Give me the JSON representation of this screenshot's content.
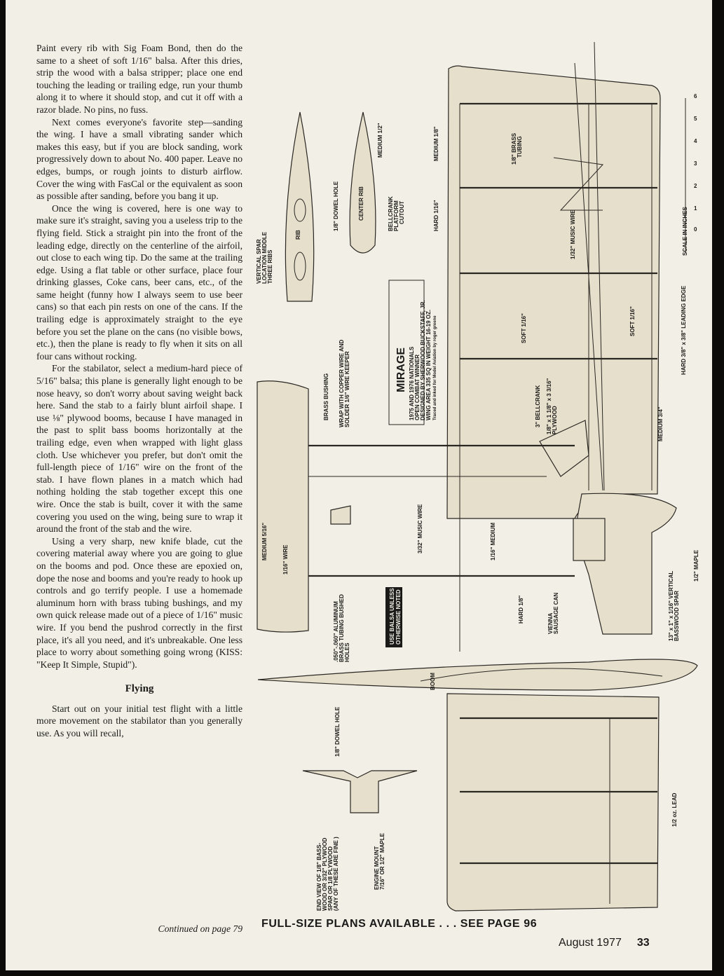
{
  "article": {
    "p1": "Paint every rib with Sig Foam Bond, then do the same to a sheet of soft 1/16\" balsa. After this dries, strip the wood with a balsa stripper; place one end touching the leading or trailing edge, run your thumb along it to where it should stop, and cut it off with a razor blade. No pins, no fuss.",
    "p2": "Next comes everyone's favorite step—sanding the wing. I have a small vibrating sander which makes this easy, but if you are block sanding, work progressively down to about No. 400 paper. Leave no edges, bumps, or rough joints to disturb airflow. Cover the wing with FasCal or the equivalent as soon as possible after sanding, before you bang it up.",
    "p3": "Once the wing is covered, here is one way to make sure it's straight, saving you a useless trip to the flying field. Stick a straight pin into the front of the leading edge, directly on the centerline of the airfoil, out close to each wing tip. Do the same at the trailing edge. Using a flat table or other surface, place four drinking glasses, Coke cans, beer cans, etc., of the same height (funny how I always seem to use beer cans) so that each pin rests on one of the cans. If the trailing edge is approximately straight to the eye before you set the plane on the cans (no visible bows, etc.), then the plane is ready to fly when it sits on all four cans without rocking.",
    "p4": "For the stabilator, select a medium-hard piece of 5/16\" balsa; this plane is generally light enough to be nose heavy, so don't worry about saving weight back here. Sand the stab to a fairly blunt airfoil shape. I use ⅛\" plywood booms, because I have managed in the past to split bass booms horizontally at the trailing edge, even when wrapped with light glass cloth. Use whichever you prefer, but don't omit the full-length piece of 1/16\" wire on the front of the stab. I have flown planes in a match which had nothing holding the stab together except this one wire. Once the stab is built, cover it with the same covering you used on the wing, being sure to wrap it around the front of the stab and the wire.",
    "p5": "Using a very sharp, new knife blade, cut the covering material away where you are going to glue on the booms and pod. Once these are epoxied on, dope the nose and booms and you're ready to hook up controls and go terrify people. I use a homemade aluminum horn with brass tubing bushings, and my own quick release made out of a piece of 1/16\" music wire. If you bend the pushrod correctly in the first place, it's all you need, and it's unbreakable. One less place to worry about something going wrong (KISS: \"Keep It Simple, Stupid\").",
    "heading": "Flying",
    "p6": "Start out on your initial test flight with a little more movement on the stabilator than you generally use. As you will recall,",
    "continued": "Continued on page 79"
  },
  "plans_banner": "FULL-SIZE PLANS AVAILABLE . . . SEE PAGE 96",
  "footer": {
    "issue": "August 1977",
    "page": "33"
  },
  "plan": {
    "title": "MIRAGE",
    "title_lines": [
      "1975 AND 1976 NATIONALS",
      "OPEN COMBAT WINNER",
      "DESIGNED BY SHERWOOD BUCKSTAFF, JR.",
      "WING AREA 335 SQ IN   WEIGHT 16-19 OZ.",
      "Traced and inked for Model Aviation by roger greene"
    ],
    "labels": {
      "rib": "RIB",
      "vertical_spar": "VERTICAL SPAR",
      "location_middle": "LOCATION MIDDLE",
      "three_ribs": "THREE RIBS",
      "dowel_hole": "1/8\" DOWEL HOLE",
      "center_rib": "CENTER RIB",
      "medium_half": "MEDIUM 1/2\"",
      "bellcrank": "BELLCRANK",
      "platform": "PLATFORM",
      "cutout": "CUTOUT",
      "medium_eighth": "MEDIUM 1/8\"",
      "hard_sixteenth": "HARD 1/16\"",
      "brass_tubing_1": "1/8\" BRASS",
      "brass_tubing_2": "TUBING",
      "music_wire_32": "1/32\" MUSIC WIRE",
      "soft_sixteenth": "SOFT 1/16\"",
      "soft_sixteenth_b": "SOFT 1/16\"",
      "leading_edge": "HARD 3/8\" x 3/8\" LEADING EDGE",
      "scale": "SCALE IN INCHES",
      "bellcrank_3": "3\" BELLCRANK",
      "plywood_1": "1/8\" x 1 1/8\" x 3 3/16\"",
      "plywood_2": "PLYWOOD",
      "medium_three_quarter": "MEDIUM 3/4\"",
      "brass_bushing": "BRASS BUSHING",
      "wrap_wire_1": "WRAP WITH COPPER WIRE AND",
      "wrap_wire_2": "SOLDER 1/6\" WIRE KEEPER",
      "music_wire_3_32": "3/32\" MUSIC WIRE",
      "medium_5_16": "MEDIUM 5/16\"",
      "wire_1_16": "1/16\" WIRE",
      "medium_1_16": "1/16\" MEDIUM",
      "hard_1_8": "HARD 1/8\"",
      "vienna_1": "VIENNA",
      "vienna_2": "SAUSAGE CAN",
      "vert_spar_1": "13\" x 1\" x 1/16\" VERTICAL",
      "vert_spar_2": "BASSWOOD SPAR",
      "maple_half": "1/2\" MAPLE",
      "use_balsa_1": "USE BALSA UNLESS",
      "use_balsa_2": "OTHERWISE NOTED",
      "aluminum_1": ".050\"-.060\" ALUMINUM",
      "aluminum_2": "BRASS TUBING BUSHED",
      "aluminum_3": "HOLES",
      "boom": "BOOM",
      "dowel_hole_2": "1/8\" DOWEL HOLE",
      "end_view_1": "END VIEW OF 1/8\" BASS-",
      "end_view_2": "WOOD OR 3/32\" PLYWOOD",
      "end_view_3": "SPAR OR 1/8 PLYWOOD",
      "end_view_4": "(ANY OF THESE ARE FINE )",
      "engine_mount_1": "ENGINE MOUNT",
      "engine_mount_2": "7/16\" OR 1/2\" MAPLE",
      "lead": "1/2 oz. LEAD"
    },
    "scale_ticks": [
      "0",
      "1",
      "2",
      "3",
      "4",
      "5",
      "6"
    ]
  }
}
